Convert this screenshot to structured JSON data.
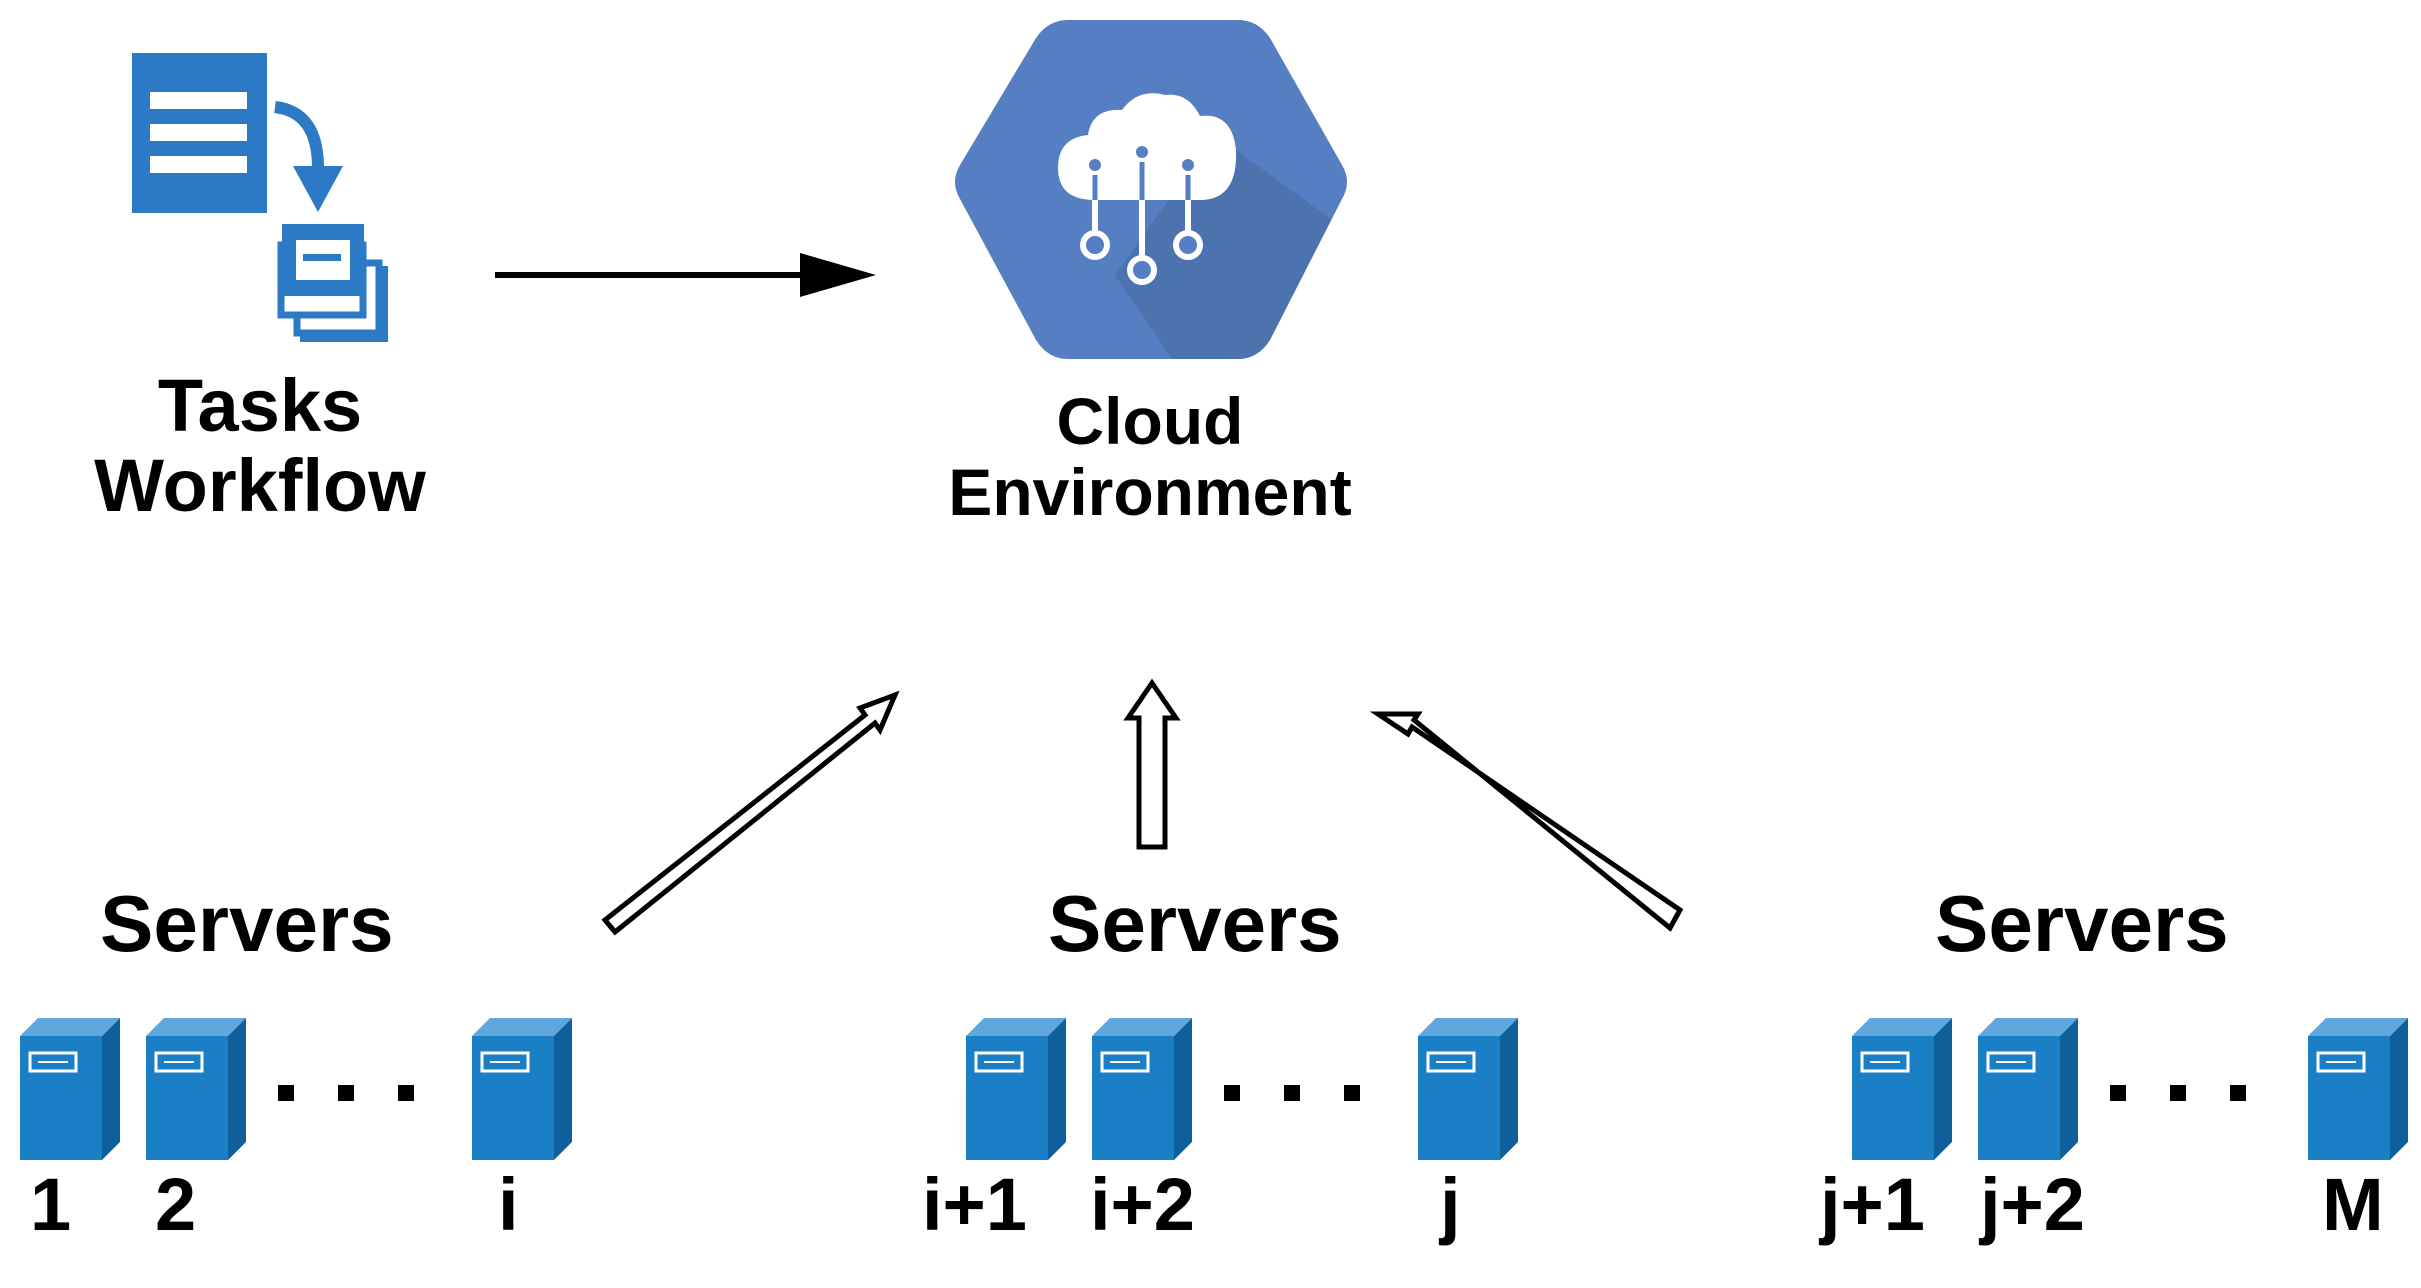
{
  "colors": {
    "server_blue": "#1a7fc4",
    "server_dark": "#0f5f9a",
    "cloud_hexagon": "#557ec3",
    "doc_blue": "#2c79c6",
    "arrow": "#000000"
  },
  "icons": {
    "workflow": "tasks-workflow-icon",
    "cloud": "cloud-environment-icon",
    "server": "server-tower-icon"
  },
  "workflow": {
    "line1": "Tasks",
    "line2": "Workflow"
  },
  "cloud": {
    "line1": "Cloud",
    "line2": "Environment"
  },
  "groups": [
    {
      "title": "Servers",
      "labels": [
        "1",
        "2",
        "i"
      ]
    },
    {
      "title": "Servers",
      "labels": [
        "i+1",
        "i+2",
        "j"
      ]
    },
    {
      "title": "Servers",
      "labels": [
        "j+1",
        "j+2",
        "M"
      ]
    }
  ]
}
